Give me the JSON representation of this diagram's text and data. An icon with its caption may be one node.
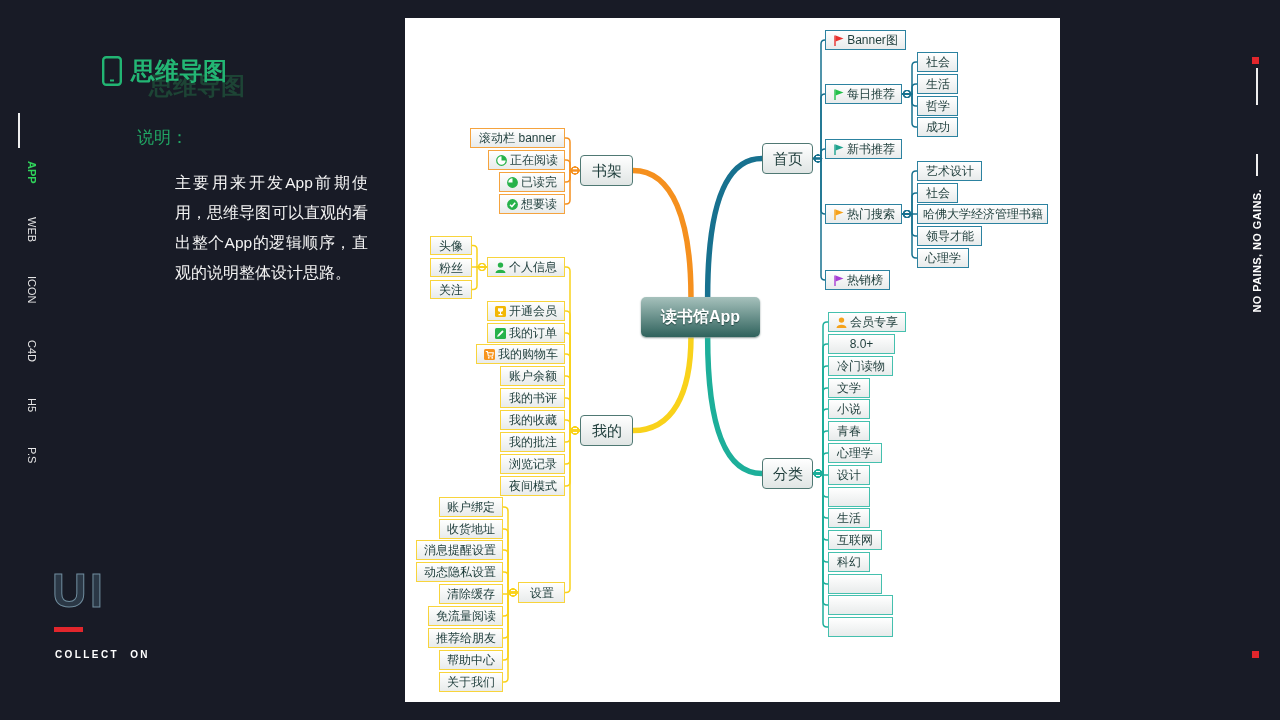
{
  "diagram": {
    "title": "思维导图",
    "nodes": [
      {
        "text": [
          "读书馆App"
        ]
      },
      {
        "text": [
          "书架"
        ]
      },
      {
        "text": [
          "滚动栏 banner"
        ]
      },
      {
        "text": [
          "正在阅读"
        ]
      },
      {
        "text": [
          "已读完"
        ]
      },
      {
        "text": [
          "想要读"
        ]
      },
      {
        "text": [
          "我的"
        ]
      },
      {
        "text": [
          "个人信息"
        ]
      },
      {
        "text": [
          "头像"
        ]
      },
      {
        "text": [
          "粉丝"
        ]
      },
      {
        "text": [
          "关注"
        ]
      },
      {
        "text": [
          "开通会员"
        ]
      },
      {
        "text": [
          "我的订单"
        ]
      },
      {
        "text": [
          "我的购物车"
        ]
      },
      {
        "text": [
          "账户余额"
        ]
      },
      {
        "text": [
          "我的书评"
        ]
      },
      {
        "text": [
          "我的收藏"
        ]
      },
      {
        "text": [
          "我的批注"
        ]
      },
      {
        "text": [
          "浏览记录"
        ]
      },
      {
        "text": [
          "夜间模式"
        ]
      },
      {
        "text": [
          "设置"
        ]
      },
      {
        "text": [
          "账户绑定"
        ]
      },
      {
        "text": [
          "收货地址"
        ]
      },
      {
        "text": [
          "消息提醒设置"
        ]
      },
      {
        "text": [
          "动态隐私设置"
        ]
      },
      {
        "text": [
          "清除缓存"
        ]
      },
      {
        "text": [
          "免流量阅读"
        ]
      },
      {
        "text": [
          "推荐给朋友"
        ]
      },
      {
        "text": [
          "帮助中心"
        ]
      },
      {
        "text": [
          "关于我们"
        ]
      },
      {
        "text": [
          "首页"
        ]
      },
      {
        "text": [
          "Banner图"
        ]
      },
      {
        "text": [
          "每日推荐"
        ]
      },
      {
        "text": [
          "社会"
        ]
      },
      {
        "text": [
          "生活"
        ]
      },
      {
        "text": [
          "哲学"
        ]
      },
      {
        "text": [
          "成功"
        ]
      },
      {
        "text": [
          "新书推荐"
        ]
      },
      {
        "text": [
          "热门搜索"
        ]
      },
      {
        "text": [
          "艺术设计"
        ]
      },
      {
        "text": [
          "社会"
        ]
      },
      {
        "text": [
          "哈佛大学经济管理书籍"
        ]
      },
      {
        "text": [
          "领导才能"
        ]
      },
      {
        "text": [
          "心理学"
        ]
      },
      {
        "text": [
          "热销榜"
        ]
      },
      {
        "text": [
          "分类"
        ]
      },
      {
        "text": [
          "会员专享"
        ]
      },
      {
        "text": [
          "8.0+"
        ]
      },
      {
        "text": [
          "冷门读物"
        ]
      },
      {
        "text": [
          "文学"
        ]
      },
      {
        "text": [
          "小说"
        ]
      },
      {
        "text": [
          "青春"
        ]
      },
      {
        "text": [
          "心理学"
        ]
      },
      {
        "text": [
          "设计"
        ]
      },
      {
        "text": [],
        "shape": "box"
      },
      {
        "text": [
          "生活"
        ]
      },
      {
        "text": [
          "互联网"
        ]
      },
      {
        "text": [
          "科幻"
        ]
      },
      {
        "text": [],
        "shape": "box"
      },
      {
        "text": [],
        "shape": "box"
      },
      {
        "text": [],
        "shape": "box"
      }
    ],
    "edges": [
      {
        "from": 0,
        "to": 1,
        "arrow": "none",
        "style": "thick",
        "color": "#f5901e"
      },
      {
        "from": 0,
        "to": 6,
        "arrow": "none",
        "style": "thick"
      },
      {
        "from": 0,
        "to": 30,
        "arrow": "none",
        "style": "thick",
        "color": "#17718f"
      },
      {
        "from": 0,
        "to": 45,
        "arrow": "none",
        "style": "thick",
        "color": "#1daf9a"
      },
      {
        "from": 1,
        "to": 2,
        "arrow": "other",
        "color": "#f5901e"
      },
      {
        "from": 1,
        "to": 3,
        "arrow": "other",
        "color": "#f5901e"
      },
      {
        "from": 1,
        "to": 4,
        "arrow": "other",
        "color": "#f5901e"
      },
      {
        "from": 1,
        "to": 5,
        "arrow": "other",
        "color": "#f5901e"
      },
      {
        "from": 6,
        "to": 7,
        "arrow": "other"
      },
      {
        "from": 7,
        "to": 8,
        "arrow": "other"
      },
      {
        "from": 7,
        "to": 9,
        "arrow": "other"
      },
      {
        "from": 7,
        "to": 10,
        "arrow": "other"
      },
      {
        "from": 6,
        "to": 11,
        "arrow": "other"
      },
      {
        "from": 6,
        "to": 12,
        "arrow": "other"
      },
      {
        "from": 6,
        "to": 13,
        "arrow": "other"
      },
      {
        "from": 6,
        "to": 14,
        "arrow": "other"
      },
      {
        "from": 6,
        "to": 15,
        "arrow": "other"
      },
      {
        "from": 6,
        "to": 16,
        "arrow": "other"
      },
      {
        "from": 6,
        "to": 17,
        "arrow": "other"
      },
      {
        "from": 6,
        "to": 18,
        "arrow": "other"
      },
      {
        "from": 6,
        "to": 19,
        "arrow": "other"
      },
      {
        "from": 6,
        "to": 20,
        "arrow": "other"
      },
      {
        "from": 20,
        "to": 21,
        "arrow": "other"
      },
      {
        "from": 20,
        "to": 22,
        "arrow": "other"
      },
      {
        "from": 20,
        "to": 23,
        "arrow": "other"
      },
      {
        "from": 20,
        "to": 24,
        "arrow": "other"
      },
      {
        "from": 20,
        "to": 25,
        "arrow": "other"
      },
      {
        "from": 20,
        "to": 26,
        "arrow": "other"
      },
      {
        "from": 20,
        "to": 27,
        "arrow": "other"
      },
      {
        "from": 20,
        "to": 28,
        "arrow": "other"
      },
      {
        "from": 20,
        "to": 29,
        "arrow": "other"
      },
      {
        "from": 30,
        "to": 31,
        "arrow": "other",
        "color": "#17718f"
      },
      {
        "from": 30,
        "to": 32,
        "arrow": "other",
        "color": "#17718f"
      },
      {
        "from": 32,
        "to": 33,
        "arrow": "other",
        "color": "#17718f"
      },
      {
        "from": 32,
        "to": 34,
        "arrow": "other",
        "color": "#17718f"
      },
      {
        "from": 32,
        "to": 35,
        "arrow": "other",
        "color": "#17718f"
      },
      {
        "from": 32,
        "to": 36,
        "arrow": "other",
        "color": "#17718f"
      },
      {
        "from": 30,
        "to": 37,
        "arrow": "other",
        "color": "#17718f"
      },
      {
        "from": 30,
        "to": 38,
        "arrow": "other",
        "color": "#17718f"
      },
      {
        "from": 38,
        "to": 39,
        "arrow": "other",
        "color": "#17718f"
      },
      {
        "from": 38,
        "to": 40,
        "arrow": "other",
        "color": "#17718f"
      },
      {
        "from": 38,
        "to": 41,
        "arrow": "other",
        "color": "#17718f"
      },
      {
        "from": 38,
        "to": 42,
        "arrow": "other",
        "color": "#17718f"
      },
      {
        "from": 38,
        "to": 43,
        "arrow": "other",
        "color": "#17718f"
      },
      {
        "from": 30,
        "to": 44,
        "arrow": "other",
        "color": "#17718f"
      },
      {
        "from": 45,
        "to": 46,
        "arrow": "other",
        "color": "#1daf9a"
      },
      {
        "from": 45,
        "to": 47,
        "arrow": "other",
        "color": "#1daf9a"
      },
      {
        "from": 45,
        "to": 48,
        "arrow": "other",
        "color": "#1daf9a"
      },
      {
        "from": 45,
        "to": 49,
        "arrow": "other",
        "color": "#1daf9a"
      },
      {
        "from": 45,
        "to": 50,
        "arrow": "other",
        "color": "#1daf9a"
      },
      {
        "from": 45,
        "to": 51,
        "arrow": "other",
        "color": "#1daf9a"
      },
      {
        "from": 45,
        "to": 52,
        "arrow": "other",
        "color": "#1daf9a"
      },
      {
        "from": 45,
        "to": 53,
        "arrow": "other",
        "color": "#1daf9a"
      },
      {
        "from": 45,
        "to": 54,
        "arrow": "other",
        "color": "#1daf9a"
      },
      {
        "from": 45,
        "to": 55,
        "arrow": "other",
        "color": "#1daf9a"
      },
      {
        "from": 45,
        "to": 56,
        "arrow": "other",
        "color": "#1daf9a"
      },
      {
        "from": 45,
        "to": 57,
        "arrow": "other",
        "color": "#1daf9a"
      },
      {
        "from": 45,
        "to": 58,
        "arrow": "other",
        "color": "#1daf9a"
      },
      {
        "from": 45,
        "to": 59,
        "arrow": "other",
        "color": "#1daf9a"
      },
      {
        "from": 45,
        "to": 60,
        "arrow": "other",
        "color": "#1daf9a"
      }
    ],
    "labels": [
      "说明：",
      "主要用来开发App前期使用，思维导图可以直观的看出整个App的逻辑顺序，直观的说明整体设计思路。",
      "APP",
      "WEB",
      "ICON",
      "C4D",
      "H5",
      "P.S",
      "UI",
      "COLLECT ON",
      "NO PAINS, NO GAINS."
    ]
  }
}
